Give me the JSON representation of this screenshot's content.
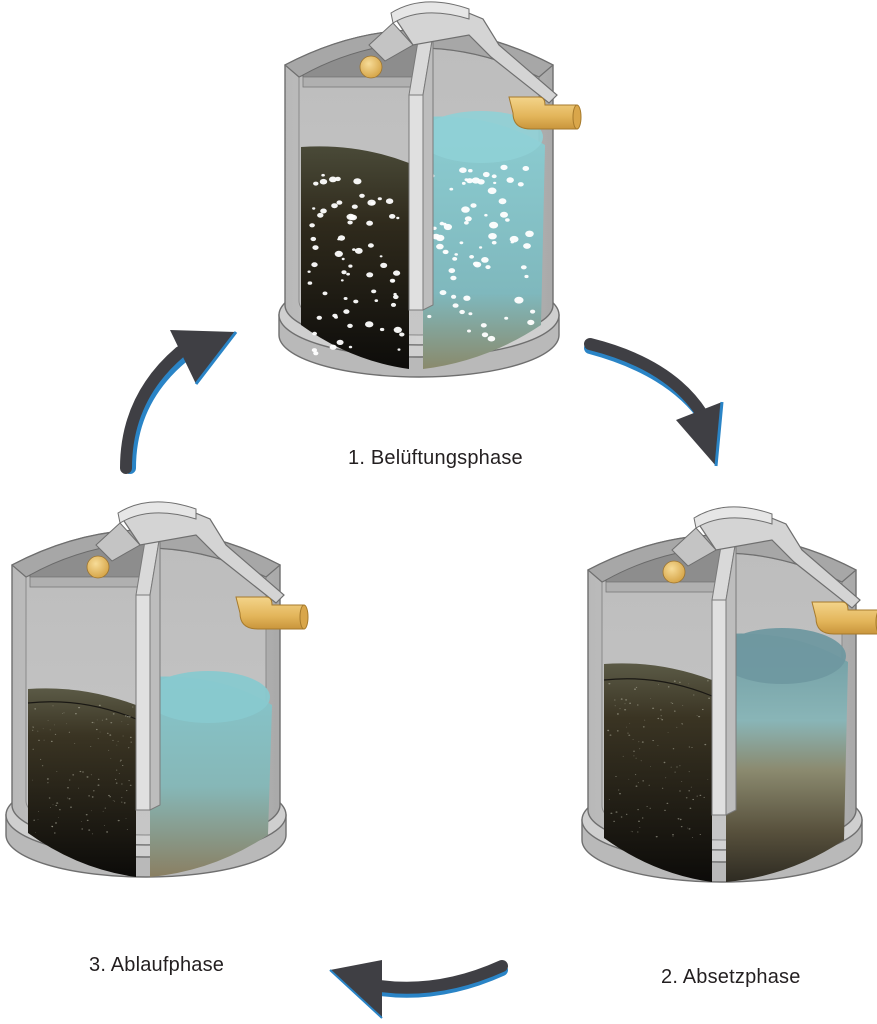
{
  "phases": [
    {
      "label": "1. Belüftungsphase",
      "state": "aeration"
    },
    {
      "label": "2. Absetzphase",
      "state": "settling"
    },
    {
      "label": "3. Ablaufphase",
      "state": "discharge"
    }
  ],
  "colors": {
    "concrete": "#c9c9c9",
    "concrete_dark": "#9d9d9d",
    "clear_water": "#83c6cc",
    "sludge": "#2e2a1f",
    "pipe": "#e8bd5f",
    "arrow": "#3f3f44",
    "arrow_edge": "#2a84c6"
  }
}
